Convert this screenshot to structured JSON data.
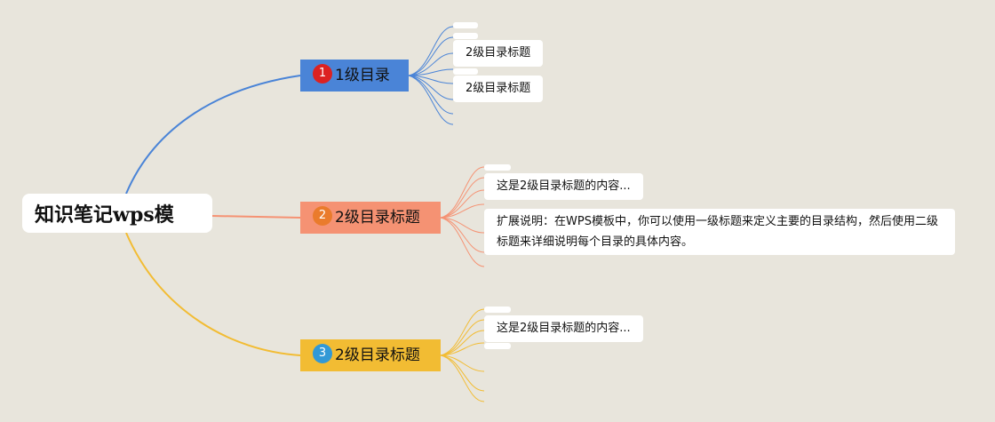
{
  "mindmap": {
    "root": {
      "title": "知识笔记wps模"
    },
    "branches": [
      {
        "number": "1",
        "title": "1级目录",
        "color": "#4a84d7",
        "badge_color": "#dc2222",
        "children": [
          "2级目录标题",
          "2级目录标题"
        ]
      },
      {
        "number": "2",
        "title": "2级目录标题",
        "color": "#f59273",
        "badge_color": "#ea7b2c",
        "children": [
          "这是2级目录标题的内容..."
        ],
        "note": "扩展说明：在WPS模板中，你可以使用一级标题来定义主要的目录结构，然后使用二级标题来详细说明每个目录的具体内容。"
      },
      {
        "number": "3",
        "title": "2级目录标题",
        "color": "#f2bc33",
        "badge_color": "#3299d6",
        "children": [
          "这是2级目录标题的内容..."
        ]
      }
    ]
  }
}
